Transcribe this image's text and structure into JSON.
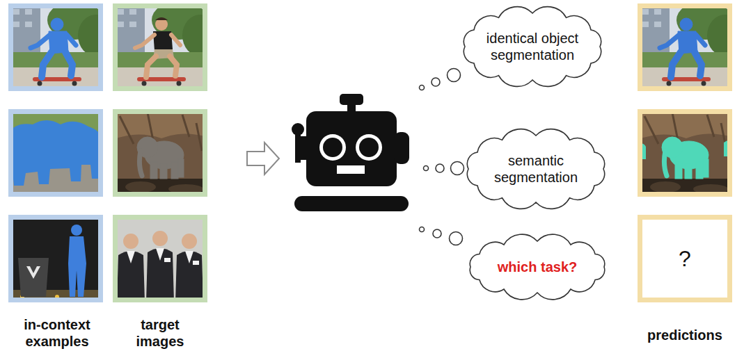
{
  "diagram": {
    "nodes": [
      {
        "text": [
          "identical object segmentation"
        ]
      },
      {
        "text": [
          "semantic segmentation"
        ]
      },
      {
        "text": [
          "which task?"
        ]
      },
      {
        "text": [
          "?"
        ]
      }
    ],
    "labels": [
      "in-context examples",
      "target images",
      "predictions"
    ]
  }
}
